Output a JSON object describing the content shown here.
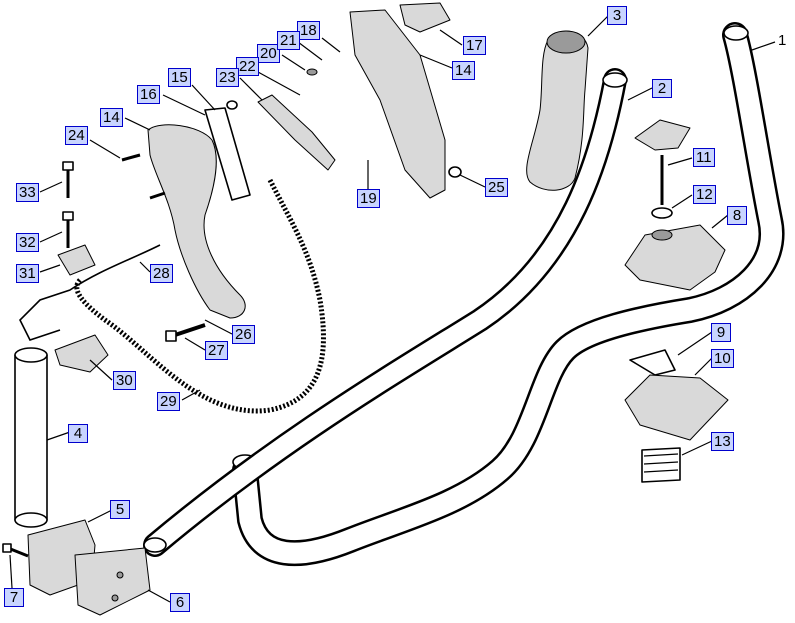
{
  "callouts": [
    {
      "id": "1",
      "plain": true
    },
    {
      "id": "2"
    },
    {
      "id": "3"
    },
    {
      "id": "4"
    },
    {
      "id": "5"
    },
    {
      "id": "6"
    },
    {
      "id": "7"
    },
    {
      "id": "8"
    },
    {
      "id": "9"
    },
    {
      "id": "10"
    },
    {
      "id": "11"
    },
    {
      "id": "12"
    },
    {
      "id": "13"
    },
    {
      "id": "14a",
      "text": "14"
    },
    {
      "id": "14b",
      "text": "14"
    },
    {
      "id": "15"
    },
    {
      "id": "16"
    },
    {
      "id": "17"
    },
    {
      "id": "18"
    },
    {
      "id": "19"
    },
    {
      "id": "20"
    },
    {
      "id": "21"
    },
    {
      "id": "22"
    },
    {
      "id": "23"
    },
    {
      "id": "24"
    },
    {
      "id": "25"
    },
    {
      "id": "26"
    },
    {
      "id": "27"
    },
    {
      "id": "28"
    },
    {
      "id": "29"
    },
    {
      "id": "30"
    },
    {
      "id": "31"
    },
    {
      "id": "32"
    },
    {
      "id": "33"
    }
  ],
  "labels": {
    "c1": "1",
    "c2": "2",
    "c3": "3",
    "c4": "4",
    "c5": "5",
    "c6": "6",
    "c7": "7",
    "c8": "8",
    "c9": "9",
    "c10": "10",
    "c11": "11",
    "c12": "12",
    "c13": "13",
    "c14a": "14",
    "c14b": "14",
    "c15": "15",
    "c16": "16",
    "c17": "17",
    "c18": "18",
    "c19": "19",
    "c20": "20",
    "c21": "21",
    "c22": "22",
    "c23": "23",
    "c24": "24",
    "c25": "25",
    "c26": "26",
    "c27": "27",
    "c28": "28",
    "c29": "29",
    "c30": "30",
    "c31": "31",
    "c32": "32",
    "c33": "33"
  }
}
